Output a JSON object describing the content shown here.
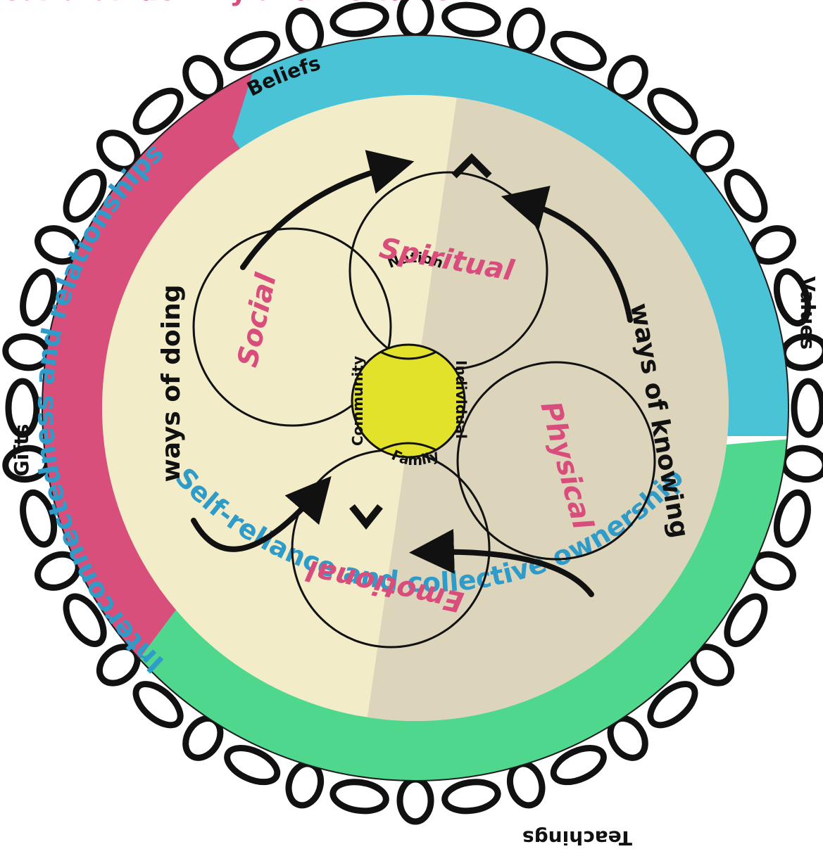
{
  "chain_labels": {
    "top": "Beliefs",
    "right": "Values",
    "bottom": "Teachings",
    "left": "Gifts"
  },
  "bands": {
    "top": "Cultural identity and worldview",
    "left": "Interconnectedness and relationships",
    "bottom": "Self-reliance and collective ownership"
  },
  "ways": {
    "left": "ways of doing",
    "right": "ways of knowing"
  },
  "domains": {
    "top": "Spiritual",
    "left": "Social",
    "right": "Physical",
    "bottom": "Emotional"
  },
  "core": {
    "top": "Nation",
    "right": "Individual",
    "bottom": "Family",
    "left": "Community"
  },
  "colors": {
    "band_top": "#4bc3d6",
    "band_left": "#d84f7b",
    "band_bottom": "#4fd88d",
    "inner_left": "#f2ecc8",
    "inner_right": "#dcd5bc",
    "core": "#e3e22a",
    "label_pink": "#d94d7c",
    "label_blue": "#2f9bc9"
  }
}
